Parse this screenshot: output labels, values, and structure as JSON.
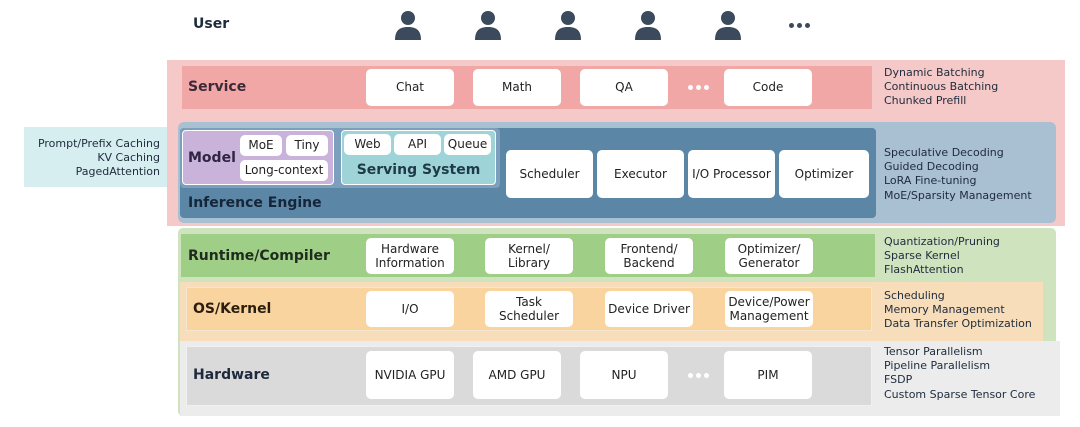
{
  "user": {
    "label": "User"
  },
  "service": {
    "title": "Service",
    "items": [
      "Chat",
      "Math",
      "QA",
      "Code"
    ],
    "side": "Dynamic Batching\nContinuous Batching\nChunked Prefill"
  },
  "left_note": "Prompt/Prefix Caching\nKV Caching\nPagedAttention",
  "model": {
    "title": "Model",
    "chips": [
      "MoE",
      "Tiny",
      "Long-context"
    ]
  },
  "serving": {
    "chips": [
      "Web",
      "API",
      "Queue"
    ],
    "title": "Serving System"
  },
  "inference": {
    "title": "Inference Engine",
    "items": [
      "Scheduler",
      "Executor",
      "I/O Processor",
      "Optimizer"
    ],
    "side": "Speculative Decoding\nGuided Decoding\nLoRA Fine-tuning\nMoE/Sparsity Management"
  },
  "runtime": {
    "title": "Runtime/Compiler",
    "items": [
      "Hardware\nInformation",
      "Kernel/\nLibrary",
      "Frontend/\nBackend",
      "Optimizer/\nGenerator"
    ],
    "side": "Quantization/Pruning\nSparse Kernel\nFlashAttention"
  },
  "os": {
    "title": "OS/Kernel",
    "items": [
      "I/O",
      "Task\nScheduler",
      "Device Driver",
      "Device/Power\nManagement"
    ],
    "side": "Scheduling\nMemory Management\nData Transfer Optimization"
  },
  "hardware": {
    "title": "Hardware",
    "items": [
      "NVIDIA GPU",
      "AMD GPU",
      "NPU",
      "PIM"
    ],
    "side": "Tensor Parallelism\nPipeline Parallelism\nFSDP\nCustom Sparse Tensor Core"
  },
  "colors": {
    "service_bg": "#f6c9c9",
    "service_bar": "#f2a7a7",
    "inference_bg": "#a9bfd2",
    "inference_panel": "#5b86a6",
    "model_bg": "#c9b3db",
    "serving_bg": "#9ed4d8",
    "runtime_bg": "#cfe3bf",
    "runtime_bar": "#9fcf86",
    "os_bg": "#f8ddba",
    "os_bar": "#f9d49e",
    "hw_bg": "#ececec",
    "hw_bar": "#dadada",
    "left_note_bg": "#d7eef0",
    "user_icon": "#3c4a5e"
  }
}
